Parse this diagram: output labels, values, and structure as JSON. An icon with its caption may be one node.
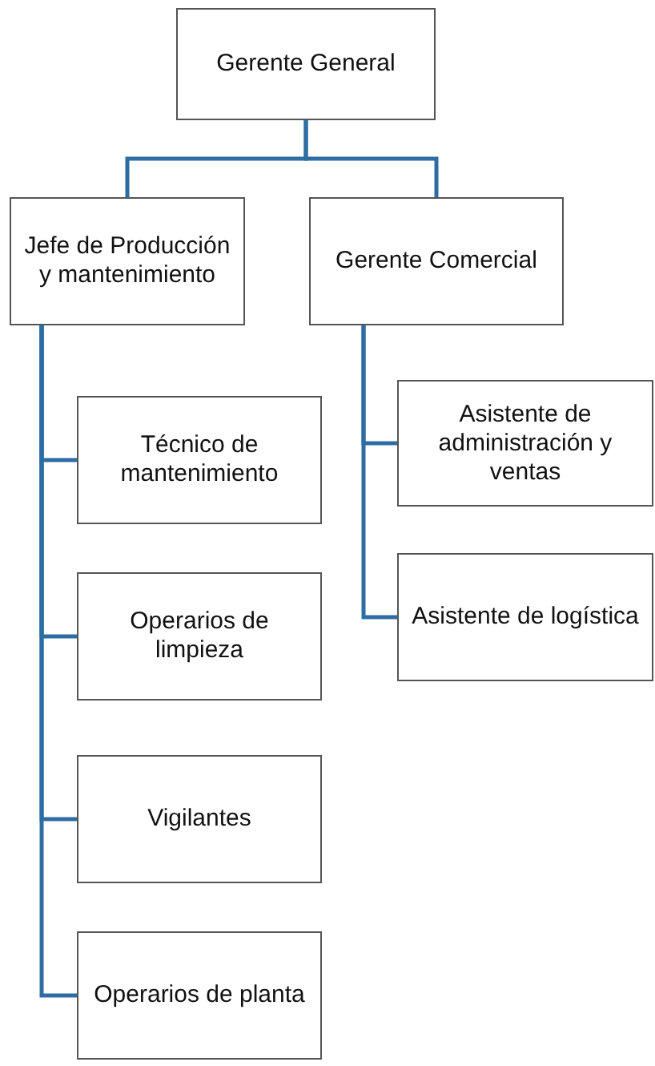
{
  "diagram": {
    "nodes": [
      {
        "text": [
          "Gerente General"
        ]
      },
      {
        "text": [
          "Jefe de Producción y mantenimiento"
        ]
      },
      {
        "text": [
          "Gerente Comercial"
        ]
      },
      {
        "text": [
          "Técnico de mantenimiento"
        ]
      },
      {
        "text": [
          "Operarios de limpieza"
        ]
      },
      {
        "text": [
          "Vigilantes"
        ]
      },
      {
        "text": [
          "Operarios de planta"
        ]
      },
      {
        "text": [
          "Asistente de administración y ventas"
        ]
      },
      {
        "text": [
          "Asistente de logística"
        ]
      }
    ],
    "edges": [
      {
        "from": 0,
        "to": 1,
        "arrow": "none"
      },
      {
        "from": 0,
        "to": 2,
        "arrow": "none"
      },
      {
        "from": 1,
        "to": 3,
        "arrow": "none"
      },
      {
        "from": 1,
        "to": 4,
        "arrow": "none"
      },
      {
        "from": 1,
        "to": 5,
        "arrow": "none"
      },
      {
        "from": 1,
        "to": 6,
        "arrow": "none"
      },
      {
        "from": 2,
        "to": 7,
        "arrow": "none"
      },
      {
        "from": 2,
        "to": 8,
        "arrow": "none"
      }
    ]
  }
}
